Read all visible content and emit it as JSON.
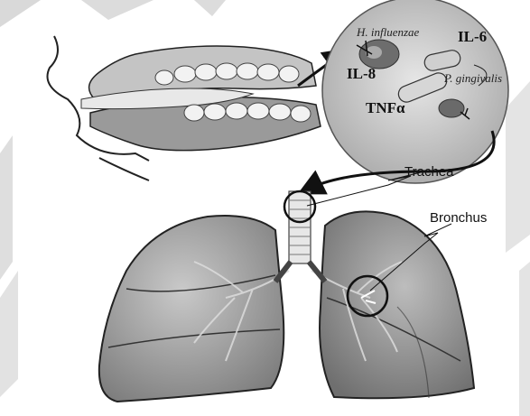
{
  "labels": {
    "h_influenzae": "H. influenzae",
    "il6": "IL-6",
    "il8": "IL-8",
    "p_gingivalis": "P. gingivalis",
    "tnf": "TNFα",
    "trachea": "Trachea",
    "bronchus": "Bronchus"
  }
}
